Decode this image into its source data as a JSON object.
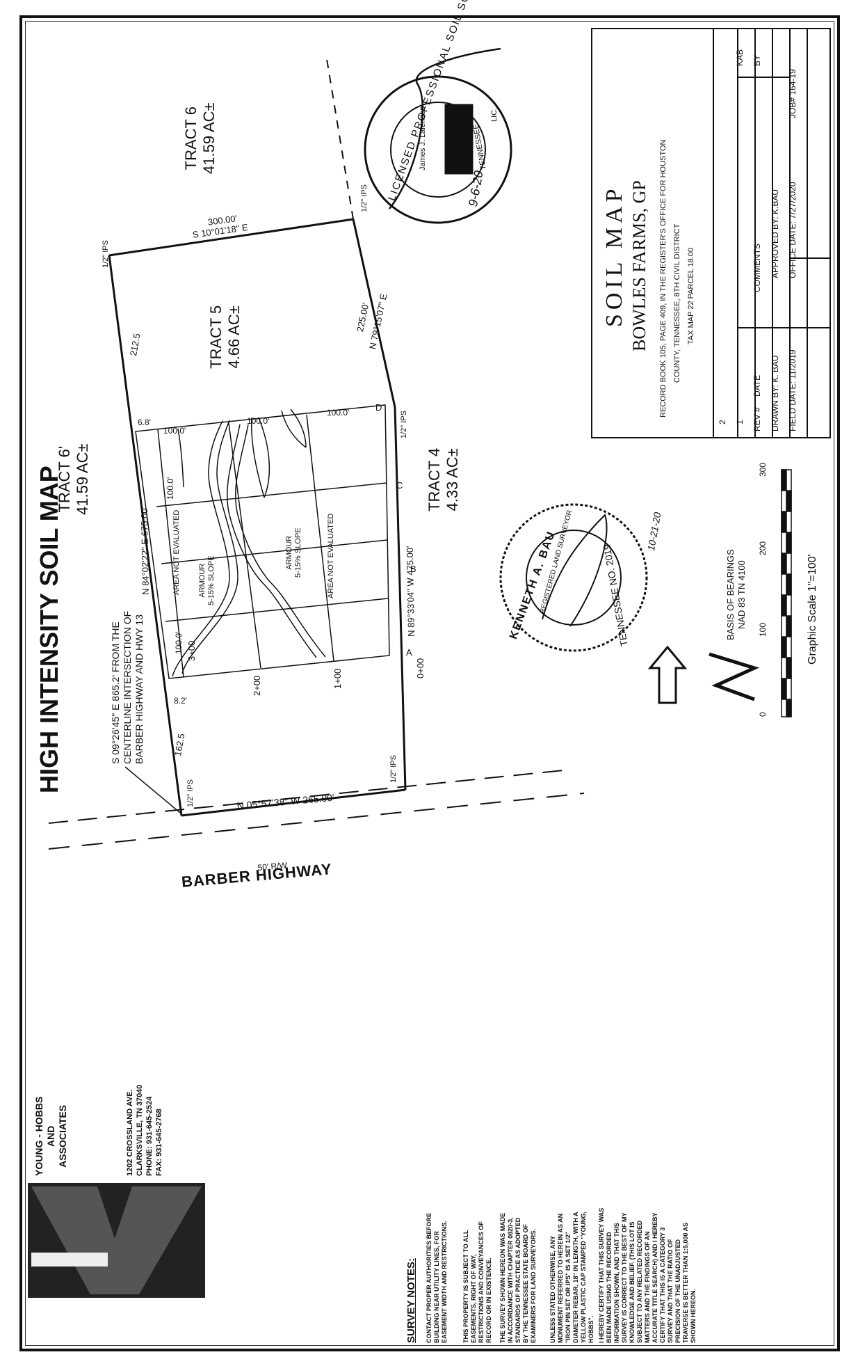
{
  "title": "HIGH INTENSITY SOIL MAP",
  "road": {
    "name": "BARBER HIGHWAY",
    "row": "50' R/W"
  },
  "reference_note": [
    "S 09°26'45\" E 865.2' FROM THE",
    "CENTERLINE INTERSECTION OF",
    "BARBER HIGHWAY AND HWY 13"
  ],
  "tracts": [
    {
      "name": "TRACT 6'",
      "area": "41.59 AC±"
    },
    {
      "name": "TRACT 5",
      "area": "4.66 AC±"
    },
    {
      "name": "TRACT 6",
      "area": "41.59 AC±"
    },
    {
      "name": "TRACT 4",
      "area": "4.33 AC±"
    }
  ],
  "bearings": {
    "west": "N 05°57'38\" W 265.00'",
    "north_long": "N 84°02'22\" E 675.00'",
    "south_long": "N 89°33'04\" W 475.00'",
    "east_short": "300.00'",
    "east_bearing": "S 10°01'18\" E",
    "south_short": "225.00'",
    "south_short_bearing": "N 79°15'07\" E"
  },
  "distances": {
    "d1625": "162.5",
    "d2125": "212.5",
    "d68": "6.8'",
    "d82": "8.2'",
    "grid1": "100.0'",
    "grid2": "100.0'",
    "grid3": "100.0'",
    "grid4": "100.0'",
    "grid5": "100.0'",
    "grid6": "100.0'"
  },
  "pins": [
    "1/2\" IPS",
    "1/2\" IPS",
    "1/2\" IPS",
    "1/2\" IPS",
    "1/2\" IPS"
  ],
  "stations": [
    "0+00",
    "1+00",
    "2+00",
    "3+00"
  ],
  "grid_points": [
    "A",
    "B",
    "C",
    "D"
  ],
  "soil_units": [
    {
      "name": "ARMOUR",
      "slope": "5-15% SLOPE"
    },
    {
      "name": "ARMOUR",
      "slope": "5-15% SLOPE"
    }
  ],
  "not_evaluated": [
    "AREA NOT EVALUATED",
    "AREA NOT EVALUATED"
  ],
  "basis_of_bearings": [
    "BASIS OF BEARINGS",
    "NAD 83 TN 4100"
  ],
  "scale": {
    "ticks": [
      "0",
      "100",
      "200",
      "300"
    ],
    "label": "Graphic Scale 1\"=100'"
  },
  "seal_soil": {
    "ring": "LICENSED PROFESSIONAL SOIL SCIENTIST",
    "state": "TENNESSEE",
    "name": "James J. Laiendes",
    "lic": "LIC.",
    "date": "9-6-20"
  },
  "seal_surveyor": {
    "ring": "KENNETH A. BAU",
    "sub": "REGISTERED LAND SURVEYOR",
    "state": "TENNESSEE NO. 2019",
    "date": "10-21-20"
  },
  "title_block": {
    "heading": "SOIL MAP",
    "owner": "BOWLES FARMS, GP",
    "record": "RECORD BOOK 105, PAGE 409, IN THE REGISTER'S OFFICE FOR HOUSTON",
    "county": "COUNTY, TENNESSEE, 8TH CIVIL DISTRICT",
    "tax": "TAX MAP 22 PARCEL 18.00",
    "revisions": {
      "row2": "2",
      "row1": "1",
      "rev_header": "REV #",
      "date_header": "DATE",
      "comments_header": "COMMENTS",
      "by_header": "BY",
      "kab": "KAB"
    },
    "drawn_by": "DRAWN BY: K. BAU",
    "approved_by": "APPROVED BY: K.BAU",
    "field_date": "FIELD DATE: 11/2019",
    "office_date": "OFFICE DATE: 7/27/2020",
    "job": "JOB# 164-19"
  },
  "company": {
    "name1": "YOUNG - HOBBS",
    "name2": "AND",
    "name3": "ASSOCIATES",
    "address": "1202 CROSSLAND AVE.",
    "city": "CLARKSVILLE, TN 37040",
    "phone": "PHONE: 931-645-2524",
    "fax": "FAX: 931-645-2768"
  },
  "notes": {
    "heading": "SURVEY NOTES:",
    "items": [
      "CONTACT PROPER AUTHORITIES BEFORE BUILDING NEAR UTILITY LINES, FOR EASEMENT WIDTH AND RESTRICTIONS.",
      "THIS PROPERTY IS SUBJECT TO ALL EASEMENTS, RIGHT OF WAY, RESTRICTIONS AND CONVEYANCES OF RECORD OR IN EXISTENCE.",
      "THE SURVEY SHOWN HEREON WAS MADE IN ACCORDANCE WITH CHAPTER 0820-3, STANDARDS OF PRACTICE AS ADOPTED BY THE TENNESSEE STATE BOARD OF EXAMINERS FOR LAND SURVEYORS.",
      "UNLESS STATED OTHERWISE, ANY MONUMENT REFERRED TO HEREIN AS AN \"IRON PIN SET OR IPS\" IS A SET 1/2\" DIAMETER REBAR, 18\" IN LENGTH, WITH A YELLOW PLASTIC CAP STAMPED \"YOUNG, HOBBS\".",
      "I HEREBY CERTIFY THAT THIS SURVEY WAS BEEN MADE USING THE RECORDED INFORMATION SHOWN, AND THAT THIS SURVEY IS CORRECT TO THE BEST OF MY KNOWLEDGE AND BELIEF. (THIS LOT IS SUBJECT TO ANY RELATED RECORDED MATTERS AND THE FINDINGS OF AN ACCURATE TITLE SEARCH) AND I HEREBY CERTIFY THAT THIS IS A CATEGORY 3 SURVEY AND THAT THE RATIO OF PRECISION OF THE UNADJUSTED TRAVERSE IS BETTER THAN 1:5,000 AS SHOWN HEREON."
    ]
  }
}
